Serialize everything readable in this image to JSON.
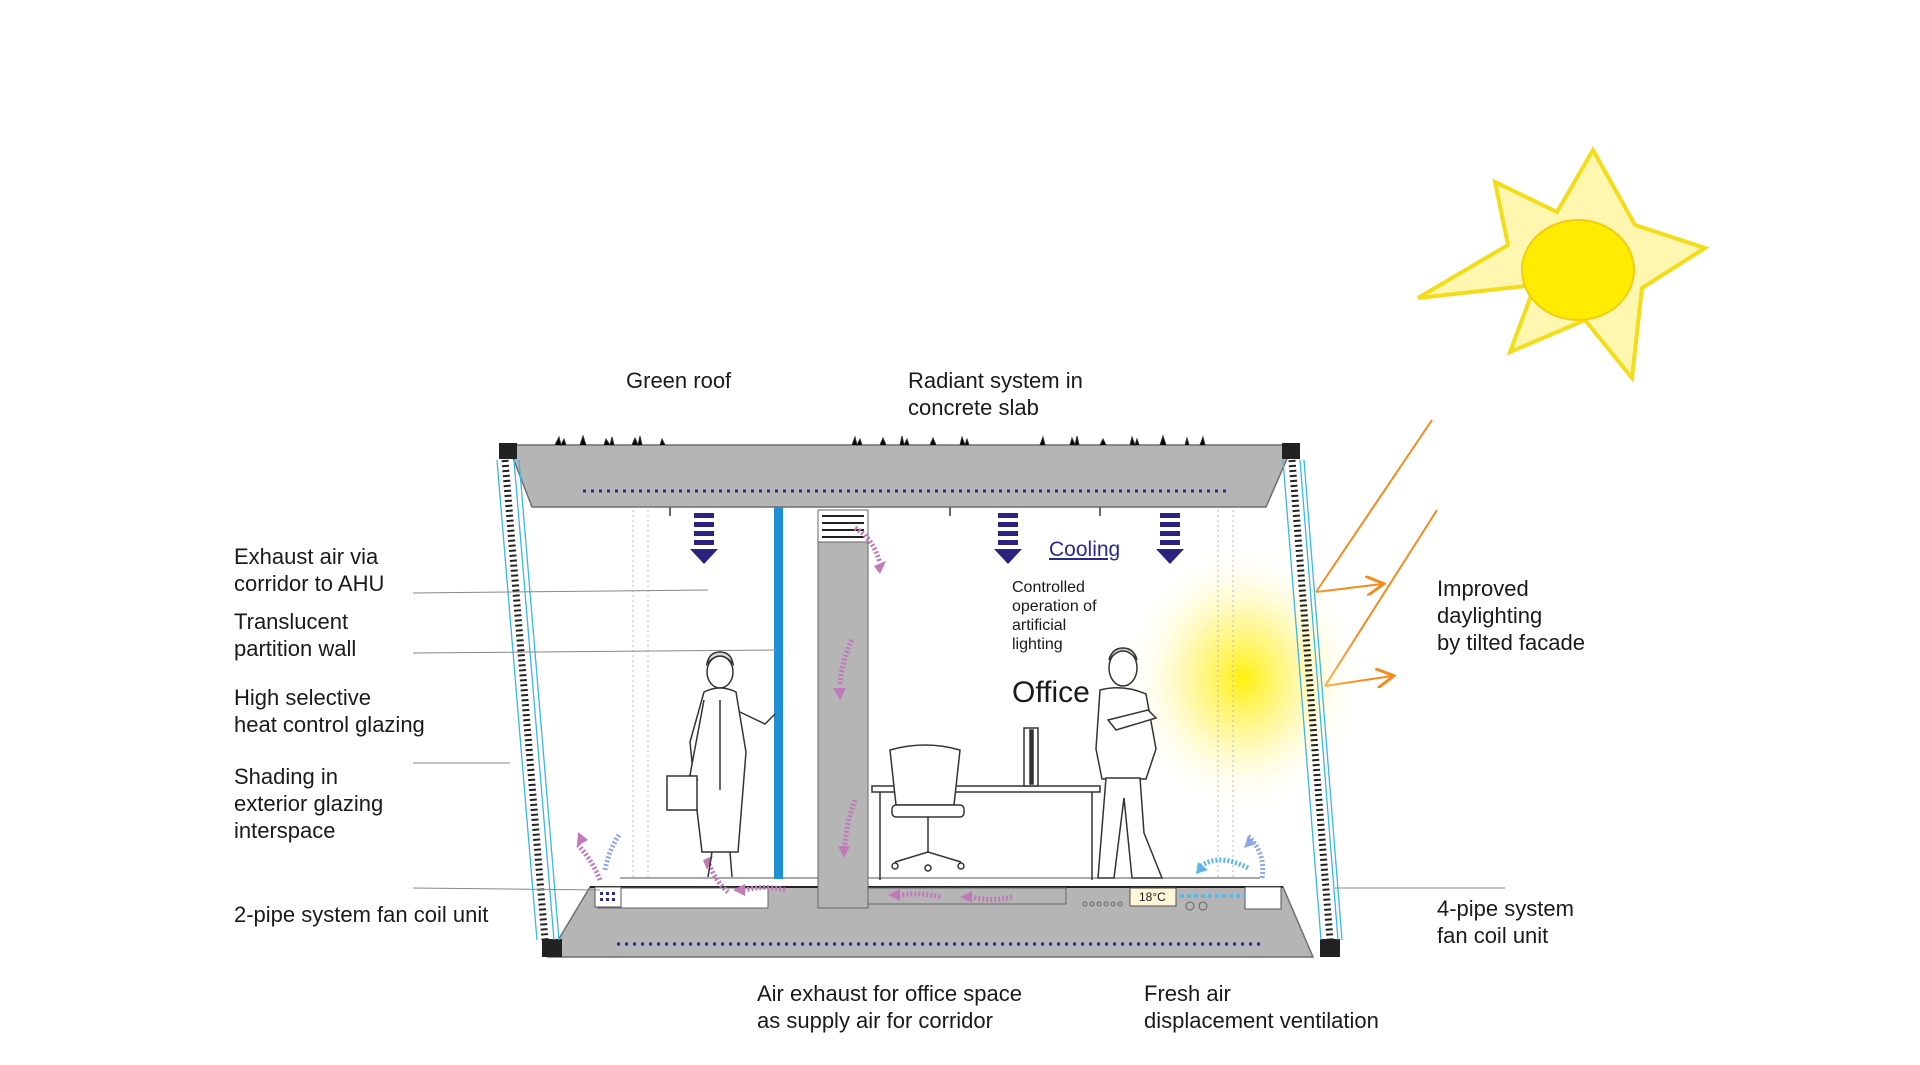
{
  "labels": {
    "green_roof": "Green roof",
    "radiant": "Radiant system in\nconcrete slab",
    "exhaust_corridor": "Exhaust air via\ncorridor to AHU",
    "partition": "Translucent\npartition wall",
    "glazing": "High selective\nheat control glazing",
    "shading": "Shading in\nexterior glazing\ninterspace",
    "fan2": "2-pipe system fan coil unit",
    "air_exhaust": "Air exhaust for office space\nas supply air for corridor",
    "fresh_air": "Fresh air\ndisplacement ventilation",
    "daylighting": "Improved\ndaylighting\nby tilted facade",
    "fan4": "4-pipe system\nfan coil unit",
    "cooling": "Cooling",
    "lighting": "Controlled\noperation of\nartificial\nlighting",
    "office": "Office",
    "temperature": "18°C"
  },
  "colors": {
    "slab": "#b5b5b5",
    "slab_stroke": "#6f6f6f",
    "radiant_dots": "#2b2b9a",
    "cooling_arrow": "#2b2380",
    "partition_blue": "#1f8fd6",
    "glass": "#39b7e8",
    "sun_star": "#fff6b0",
    "sun_outline": "#f3dc18",
    "sun_core": "#ffec00",
    "sun_ray": "#f28c1e",
    "exhaust_arrow": "#c07ab8",
    "fresh_arrow": "#5fb6ea"
  }
}
